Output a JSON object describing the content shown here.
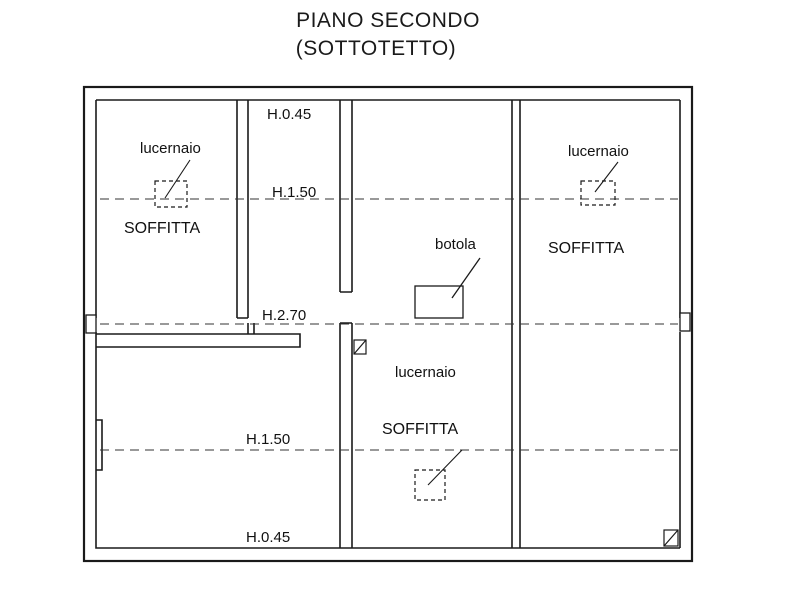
{
  "title": {
    "line1": "PIANO SECONDO",
    "line2": "(SOTTOTETTO)"
  },
  "plan": {
    "heights": {
      "h045_top": "H.0.45",
      "h150_top": "H.1.50",
      "h270": "H.2.70",
      "h150_bottom": "H.1.50",
      "h045_bottom": "H.0.45"
    },
    "rooms": {
      "top_left": "SOFFITTA",
      "top_right": "SOFFITTA",
      "center": "SOFFITTA"
    },
    "skylights": {
      "top_left": "lucernaio",
      "top_right": "lucernaio",
      "center": "lucernaio"
    },
    "hatch": "botola"
  },
  "colors": {
    "wall": "#1a1a1a",
    "dash": "#333333"
  }
}
